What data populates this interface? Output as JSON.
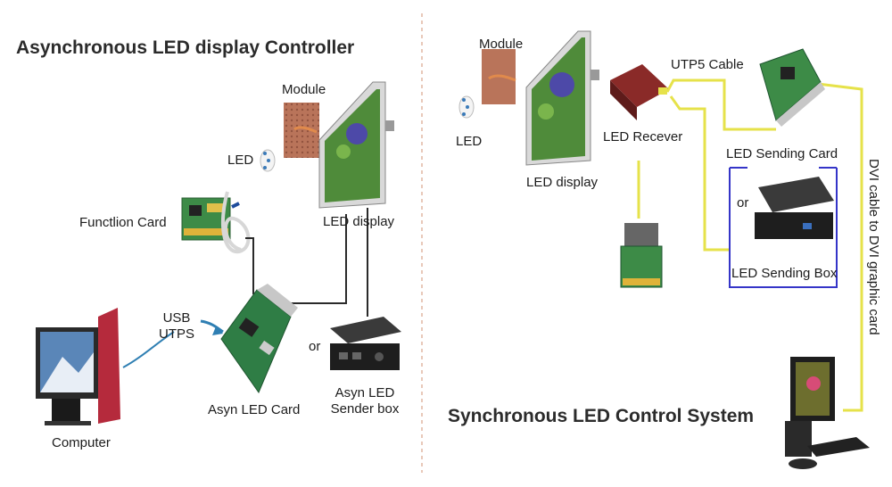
{
  "left": {
    "title": "Asynchronous LED display Controller",
    "labels": {
      "module": "Module",
      "led": "LED",
      "led_display": "LED display",
      "function_card": "Functlion Card",
      "usb_line1": "USB",
      "usb_line2": "UTPS",
      "asyn_card": "Asyn LED Card",
      "or": "or",
      "sender_line1": "Asyn LED",
      "sender_line2": "Sender box",
      "computer": "Computer"
    }
  },
  "right": {
    "title": "Synchronous LED Control System",
    "labels": {
      "module": "Module",
      "led": "LED",
      "led_display": "LED display",
      "led_receiver": "LED Recever",
      "utp5_cable": "UTP5 Cable",
      "sending_card": "LED Sending Card",
      "or": "or",
      "sending_box": "LED Sending Box",
      "dvi_cable": "DVI cable to DVI graphic card"
    }
  },
  "colors": {
    "wire_yellow": "#e6e24a",
    "wire_dark": "#2a2a2a",
    "wire_blue": "#2f7fb3",
    "box_border": "#3535c8",
    "divider": "#d9a38a"
  }
}
